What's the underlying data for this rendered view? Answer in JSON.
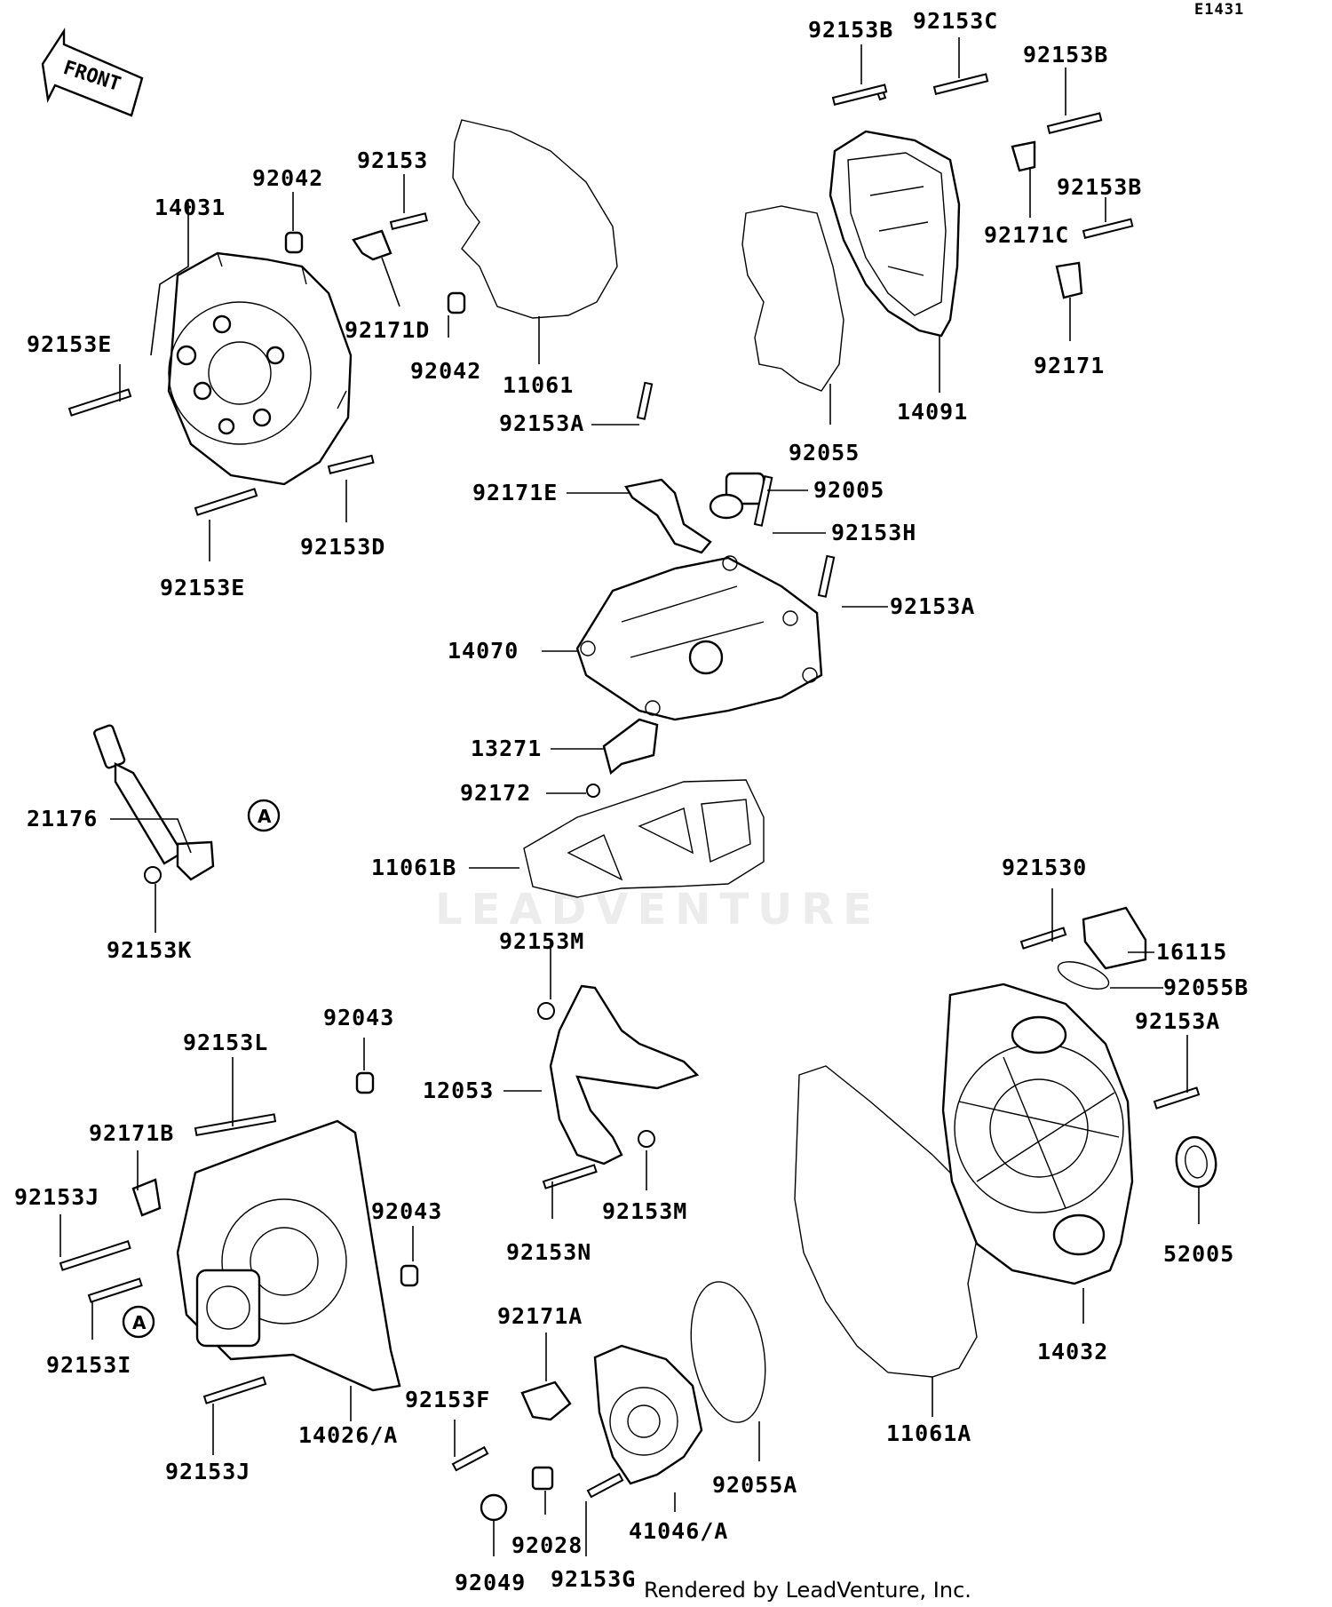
{
  "diagram_code": "E1431",
  "front_indicator": "FRONT",
  "watermark": "LEADVENTURE",
  "footer": "Rendered by LeadVenture, Inc.",
  "callout_letters": [
    "A",
    "A"
  ],
  "labels": [
    {
      "id": "92153B-1",
      "text": "92153B"
    },
    {
      "id": "92153C",
      "text": "92153C"
    },
    {
      "id": "92153B-2",
      "text": "92153B"
    },
    {
      "id": "92153B-3",
      "text": "92153B"
    },
    {
      "id": "92171C",
      "text": "92171C"
    },
    {
      "id": "92171",
      "text": "92171"
    },
    {
      "id": "14091",
      "text": "14091"
    },
    {
      "id": "92055",
      "text": "92055"
    },
    {
      "id": "14031",
      "text": "14031"
    },
    {
      "id": "92042-1",
      "text": "92042"
    },
    {
      "id": "92153",
      "text": "92153"
    },
    {
      "id": "92171D",
      "text": "92171D"
    },
    {
      "id": "92042-2",
      "text": "92042"
    },
    {
      "id": "11061",
      "text": "11061"
    },
    {
      "id": "92153E-1",
      "text": "92153E"
    },
    {
      "id": "92153D",
      "text": "92153D"
    },
    {
      "id": "92153E-2",
      "text": "92153E"
    },
    {
      "id": "92153A-1",
      "text": "92153A"
    },
    {
      "id": "92171E",
      "text": "92171E"
    },
    {
      "id": "92005",
      "text": "92005"
    },
    {
      "id": "92153H",
      "text": "92153H"
    },
    {
      "id": "92153A-2",
      "text": "92153A"
    },
    {
      "id": "14070",
      "text": "14070"
    },
    {
      "id": "13271",
      "text": "13271"
    },
    {
      "id": "92172",
      "text": "92172"
    },
    {
      "id": "11061B",
      "text": "11061B"
    },
    {
      "id": "21176",
      "text": "21176"
    },
    {
      "id": "92153K",
      "text": "92153K"
    },
    {
      "id": "921530",
      "text": "921530"
    },
    {
      "id": "16115",
      "text": "16115"
    },
    {
      "id": "92055B",
      "text": "92055B"
    },
    {
      "id": "92153A-3",
      "text": "92153A"
    },
    {
      "id": "52005",
      "text": "52005"
    },
    {
      "id": "14032",
      "text": "14032"
    },
    {
      "id": "11061A",
      "text": "11061A"
    },
    {
      "id": "92153M-1",
      "text": "92153M"
    },
    {
      "id": "12053",
      "text": "12053"
    },
    {
      "id": "92153M-2",
      "text": "92153M"
    },
    {
      "id": "92153N",
      "text": "92153N"
    },
    {
      "id": "92043-1",
      "text": "92043"
    },
    {
      "id": "92153L",
      "text": "92153L"
    },
    {
      "id": "92171B",
      "text": "92171B"
    },
    {
      "id": "92153J-1",
      "text": "92153J"
    },
    {
      "id": "92043-2",
      "text": "92043"
    },
    {
      "id": "92153I",
      "text": "92153I"
    },
    {
      "id": "14026A",
      "text": "14026/A"
    },
    {
      "id": "92153J-2",
      "text": "92153J"
    },
    {
      "id": "92171A",
      "text": "92171A"
    },
    {
      "id": "92153F",
      "text": "92153F"
    },
    {
      "id": "92055A",
      "text": "92055A"
    },
    {
      "id": "41046A",
      "text": "41046/A"
    },
    {
      "id": "92028",
      "text": "92028"
    },
    {
      "id": "92049",
      "text": "92049"
    },
    {
      "id": "92153G",
      "text": "92153G"
    }
  ]
}
